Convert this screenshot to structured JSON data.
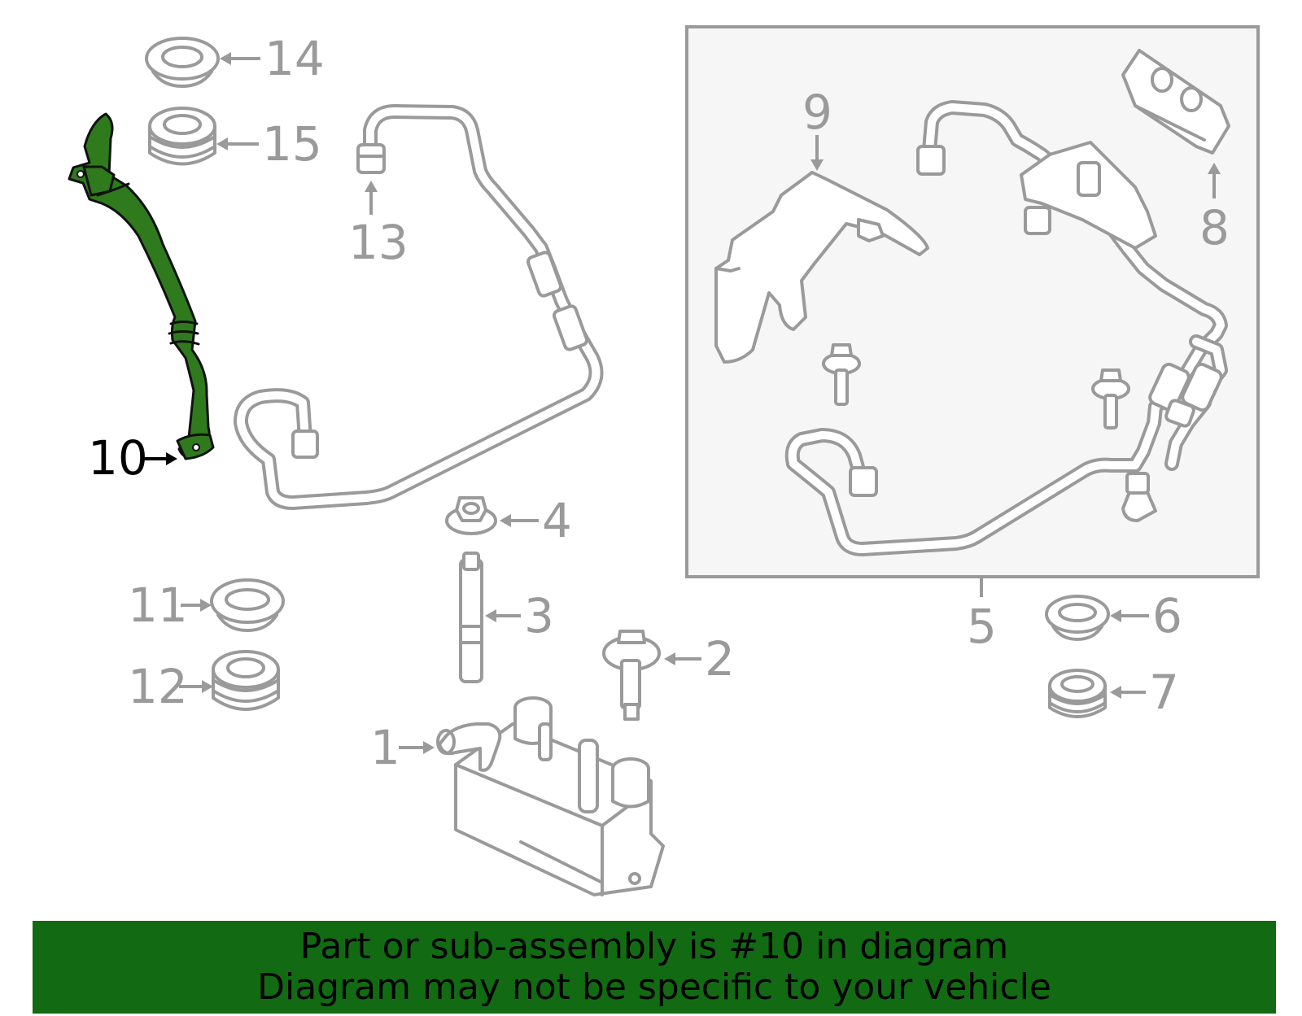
{
  "callouts": {
    "c1": "1",
    "c2": "2",
    "c3": "3",
    "c4": "4",
    "c5": "5",
    "c6": "6",
    "c7": "7",
    "c8": "8",
    "c9": "9",
    "c10": "10",
    "c11": "11",
    "c12": "12",
    "c13": "13",
    "c14": "14",
    "c15": "15"
  },
  "highlighted_part": "10",
  "colors": {
    "banner_background": "#126b13",
    "highlight_fill": "#2f7a1d",
    "part_outline": "#9a9a9a",
    "inset_background": "#f6f6f6"
  },
  "banner": {
    "line1": "Part or sub-assembly is #10 in diagram",
    "line2": "Diagram may not be specific to your vehicle"
  }
}
